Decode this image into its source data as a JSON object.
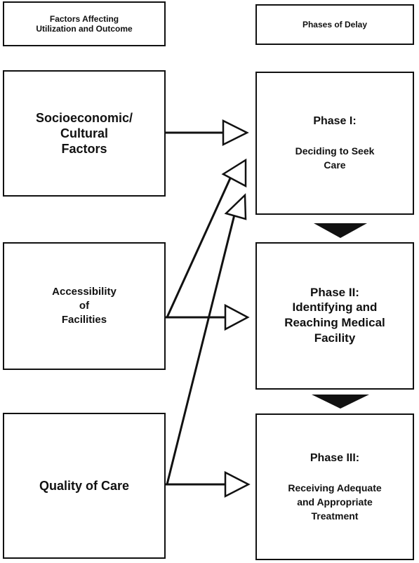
{
  "headers": {
    "factors": [
      "Factors Affecting",
      "Utilization and Outcome"
    ],
    "phases": [
      "Phases of Delay"
    ]
  },
  "factors": [
    {
      "id": "socioeconomic",
      "lines": [
        "Socioeconomic/",
        "Cultural",
        "Factors"
      ]
    },
    {
      "id": "accessibility",
      "lines": [
        "Accessibility",
        "of",
        "Facilities"
      ]
    },
    {
      "id": "quality",
      "lines": [
        "Quality of Care"
      ]
    }
  ],
  "phases": [
    {
      "id": "phase-1",
      "title": "Phase I:",
      "body": [
        "Deciding to Seek",
        "Care"
      ]
    },
    {
      "id": "phase-2",
      "title": "Phase II:",
      "body": [
        "Identifying and",
        "Reaching Medical",
        "Facility"
      ]
    },
    {
      "id": "phase-3",
      "title": "Phase III:",
      "body": [
        "Receiving Adequate",
        "and Appropriate",
        "Treatment"
      ]
    }
  ],
  "colors": {
    "stroke": "#111111",
    "background": "#ffffff"
  }
}
